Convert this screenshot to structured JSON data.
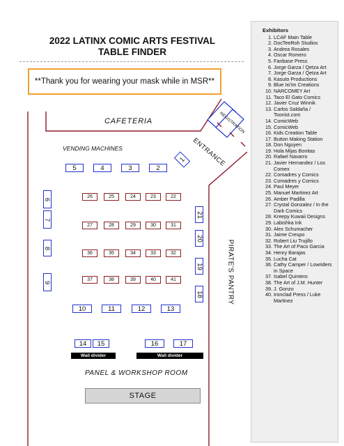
{
  "title": {
    "line1": "2022 LATINX COMIC ARTS FESTIVAL",
    "line2": "TABLE FINDER"
  },
  "notice": "**Thank you for wearing your mask while in MSR**",
  "areas": {
    "cafeteria": "CAFETERIA",
    "vending": "VENDING MACHINES",
    "entrance": "ENTRANCE",
    "registration": "REGISTRATION",
    "pantry": "PIRATE'S PANTRY",
    "panel_room": "PANEL & WORKSHOP ROOM",
    "stage": "STAGE"
  },
  "wall_divider": "Wall divider",
  "colors": {
    "blue_table": "#2233cc",
    "red_table": "#8a2020",
    "wall_line": "#8a1a2a",
    "notice_border": "#f0a030"
  },
  "tables": {
    "t1": "1",
    "t2": "2",
    "t3": "3",
    "t4": "4",
    "t5": "5",
    "t6": "6",
    "t7": "7",
    "t8": "8",
    "t9": "9",
    "t10": "10",
    "t11": "11",
    "t12": "12",
    "t13": "13",
    "t14": "14",
    "t15": "15",
    "t16": "16",
    "t17": "17",
    "t18": "18",
    "t19": "19",
    "t20": "20",
    "t21": "21",
    "t22": "22",
    "t23": "23",
    "t24": "24",
    "t25": "25",
    "t26": "26",
    "t27": "27",
    "t28": "28",
    "t29": "29",
    "t30": "30",
    "t31": "31",
    "t32": "32",
    "t33": "33",
    "t34": "34",
    "t35": "35",
    "t36": "36",
    "t37": "37",
    "t38": "38",
    "t39": "39",
    "t40": "40",
    "t41": "41"
  },
  "exhibitors": {
    "heading": "Exhibitors",
    "items": [
      "LCAF Main Table",
      "DocTeeRoh Studios",
      "Andrea Rosales",
      "Oscar Romero",
      "Fanbase Press",
      "Jorge Garza / Qetza Art",
      "Jorge Garza / Qetza Art",
      "Kasuto Productions",
      "Blue Ixi'im Creations",
      "NARCOMEY Art",
      "Taco El Gato Comics",
      "Javier Cruz Winnik",
      "Carlos Saldaña / Toonist.com",
      "ComicWeb",
      "ComicWeb",
      "Kids Creation Table",
      "Button Making Station",
      "Don Nguyen",
      "Hola Mijas Bonitas",
      "Rafael Navarro",
      "Javier Hernandez / Los Comex",
      "Comadres y Comics",
      "Comadres y Comics",
      "Paul Meyer",
      "Manuel Martinez Art",
      "Amber Padilla",
      "Crystal Gonzalez / In the Dark Comics",
      "Kreepy Kuwaii Designs",
      "Labishka Ink",
      "Alex Schumacher",
      "Jaime Crespo",
      "Robert Liu Trujillo",
      "The Art of Paco Garcia",
      "Henry Barajas",
      "Lucha Cat",
      "Cathy Camper / Lowriders in Space",
      "Isabel Quintero",
      "The Art of J.M. Hunter",
      "J. Gonzo",
      "Ironclad Press / Luke Martinez"
    ]
  }
}
